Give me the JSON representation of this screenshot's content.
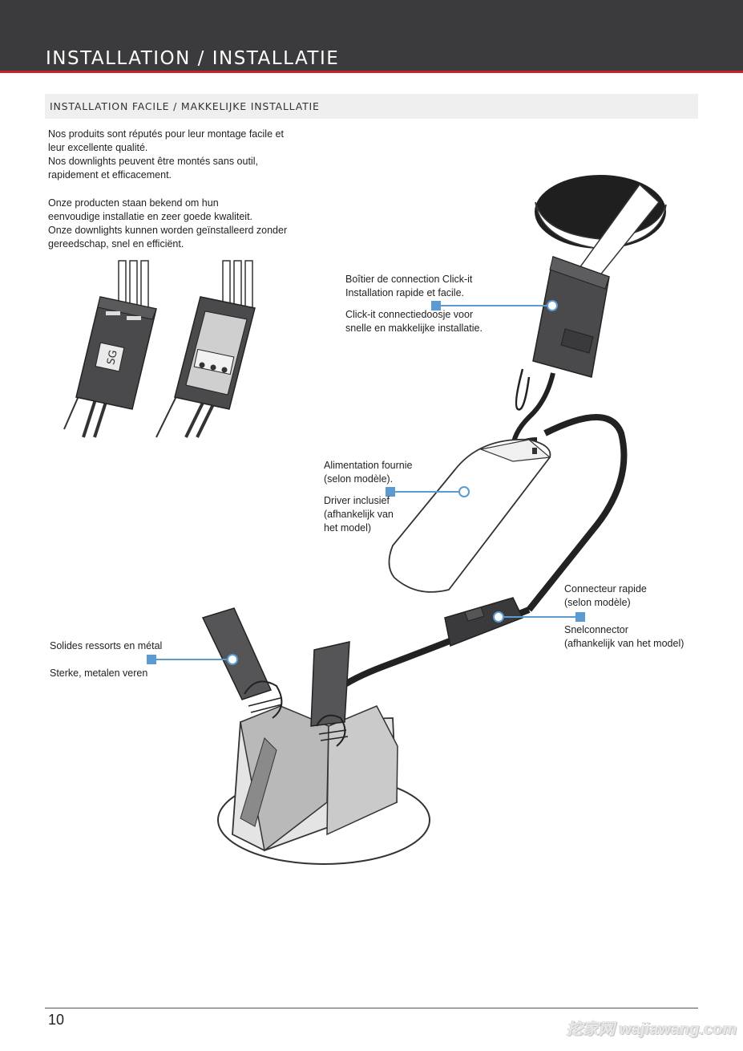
{
  "header": {
    "title": "INSTALLATION / INSTALLATIE"
  },
  "section": {
    "title": "INSTALLATION FACILE / MAKKELIJKE INSTALLATIE"
  },
  "intro": {
    "fr": [
      "Nos produits sont réputés pour leur montage facile et",
      "leur excellente qualité.",
      "Nos downlights peuvent être montés sans outil,",
      "rapidement et efficacement."
    ],
    "nl": [
      "Onze producten staan bekend om hun",
      "eenvoudige installatie en zeer goede kwaliteit.",
      "Onze downlights kunnen worden geïnstalleerd zonder",
      "gereedschap, snel en efficiënt."
    ]
  },
  "callouts": {
    "connection_box": {
      "fr": [
        "Boîtier de connection Click-it",
        "Installation rapide et facile."
      ],
      "nl": [
        "Click-it connectiedoosje voor",
        "snelle en makkelijke installatie."
      ]
    },
    "driver": {
      "fr": [
        "Alimentation fournie",
        "(selon modèle)."
      ],
      "nl": [
        "Driver inclusief",
        "(afhankelijk van",
        "het model)"
      ]
    },
    "quick_connector": {
      "fr": [
        "Connecteur rapide",
        "(selon modèle)"
      ],
      "nl": [
        "Snelconnector",
        "(afhankelijk van het model)"
      ]
    },
    "springs": {
      "fr": [
        "Solides ressorts en métal"
      ],
      "nl": [
        "Sterke, metalen veren"
      ]
    }
  },
  "footer": {
    "page_number": "10"
  },
  "watermark": {
    "text": "挖家网 wajiawang.com"
  },
  "colors": {
    "header_bg": "#3b3b3d",
    "accent_red": "#c8202a",
    "callout_blue": "#5b9bd0",
    "subhead_bg": "#efeff0"
  }
}
